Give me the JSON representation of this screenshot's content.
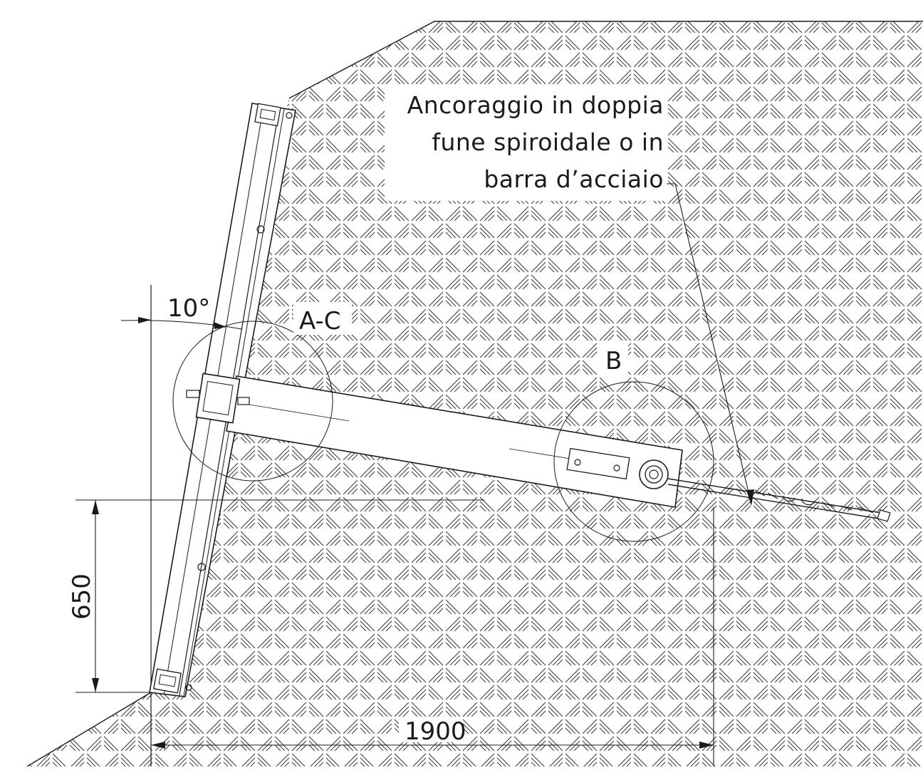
{
  "note": {
    "lines": [
      "Ancoraggio in doppia",
      "fune spiroidale o in",
      "barra d’acciaio"
    ]
  },
  "labels": {
    "detail_ac": "A-C",
    "detail_b": "B"
  },
  "dimensions": {
    "angle": "10°",
    "height": "650",
    "width": "1900"
  },
  "colors": {
    "line": "#1a1a1a",
    "hatch": "#3a3a3a",
    "background": "#ffffff"
  }
}
